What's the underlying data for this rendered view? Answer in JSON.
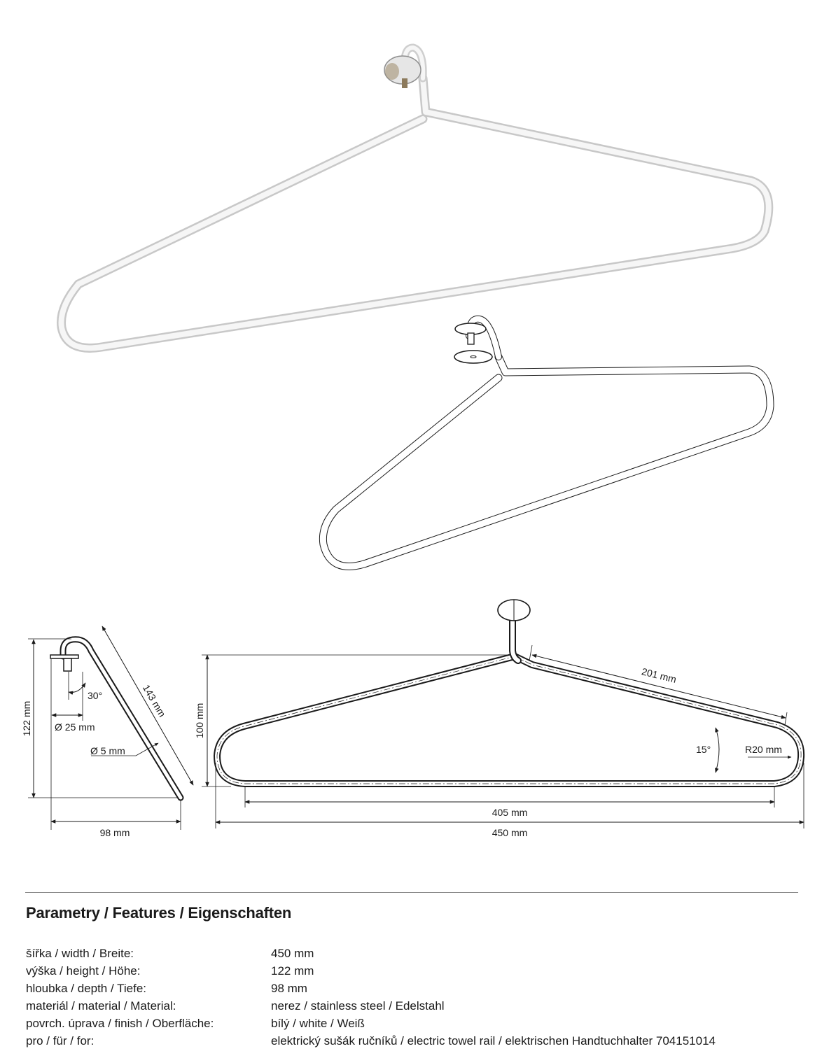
{
  "drawing": {
    "side_view": {
      "height_label": "122 mm",
      "length_label": "143 mm",
      "angle_label": "30°",
      "disc_diameter_label": "Ø 25 mm",
      "wire_diameter_label": "Ø 5 mm",
      "depth_label": "98 mm"
    },
    "front_view": {
      "height_label": "100 mm",
      "arm_length_label": "201 mm",
      "angle_label": "15°",
      "radius_label": "R20 mm",
      "inner_width_label": "405 mm",
      "total_width_label": "450 mm"
    }
  },
  "section_title": "Parametry / Features / Eigenschaften",
  "specs": [
    {
      "label": "šířka / width / Breite:",
      "value": "450 mm"
    },
    {
      "label": "výška / height / Höhe:",
      "value": "122 mm"
    },
    {
      "label": "hloubka / depth / Tiefe:",
      "value": "98 mm"
    },
    {
      "label": "materiál / material / Material:",
      "value": "nerez / stainless steel / Edelstahl"
    },
    {
      "label": "povrch. úprava / finish / Oberfläche:",
      "value": "bílý / white / Weiß"
    },
    {
      "label": "pro / für / for:",
      "value": "elektrický sušák ručníků / electric towel rail / elektrischen Handtuchhalter  704151014"
    }
  ]
}
